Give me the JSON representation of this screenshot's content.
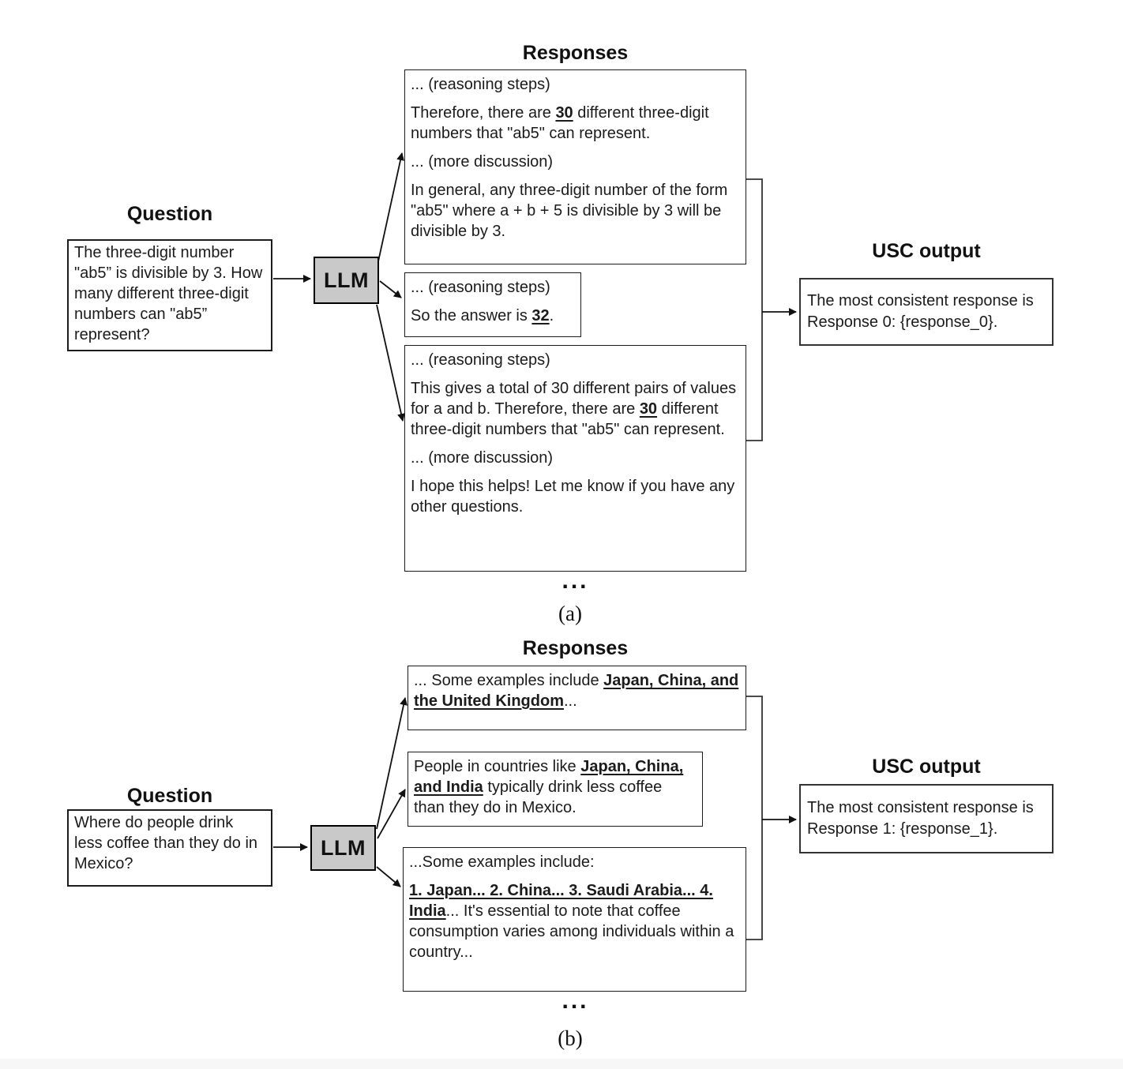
{
  "colors": {
    "box_border": "#1c1c1c",
    "llm_fill": "#c9c9c9",
    "text": "#1b1b1b",
    "bottom_strip": "#f7f7f7"
  },
  "panel_a": {
    "label": "(a)",
    "question_header": "Question",
    "question_text": "The three-digit number \"ab5” is divisible by 3. How many different three-digit numbers can \"ab5” represent?",
    "llm_label": "LLM",
    "responses_header": "Responses",
    "ellipsis": "...",
    "responses": [
      {
        "paragraphs": [
          [
            {
              "t": "... (reasoning steps)"
            }
          ],
          [
            {
              "t": "Therefore, there are "
            },
            {
              "t": "30",
              "b": 1,
              "u": 1
            },
            {
              "t": " different three-digit numbers that \"ab5\" can represent."
            }
          ],
          [
            {
              "t": "... (more discussion)"
            }
          ],
          [
            {
              "t": "In general, any three-digit number of the form \"ab5\" where a + b + 5 is divisible by 3 will be divisible by 3."
            }
          ]
        ]
      },
      {
        "paragraphs": [
          [
            {
              "t": "... (reasoning steps)"
            }
          ],
          [
            {
              "t": "So the answer is "
            },
            {
              "t": "32",
              "b": 1,
              "u": 1
            },
            {
              "t": "."
            }
          ]
        ]
      },
      {
        "paragraphs": [
          [
            {
              "t": "... (reasoning steps)"
            }
          ],
          [
            {
              "t": "This gives a total of 30 different pairs of values for a and b. Therefore, there are "
            },
            {
              "t": "30",
              "b": 1,
              "u": 1
            },
            {
              "t": " different three-digit numbers that \"ab5\" can represent."
            }
          ],
          [
            {
              "t": "... (more discussion)"
            }
          ],
          [
            {
              "t": "I hope this helps! Let me know if you have any other questions."
            }
          ]
        ]
      }
    ],
    "usc_header": "USC output",
    "usc_text": "The most consistent response is Response 0: {response_0}."
  },
  "panel_b": {
    "label": "(b)",
    "question_header": "Question",
    "question_text": "Where do people drink less coffee than they do in Mexico?",
    "llm_label": "LLM",
    "responses_header": "Responses",
    "ellipsis": "...",
    "responses": [
      {
        "paragraphs": [
          [
            {
              "t": "... Some examples include "
            },
            {
              "t": "Japan, China, and the United Kingdom",
              "b": 1,
              "u": 1
            },
            {
              "t": "..."
            }
          ]
        ]
      },
      {
        "paragraphs": [
          [
            {
              "t": "People in countries like "
            },
            {
              "t": "Japan, China, and India",
              "b": 1,
              "u": 1
            },
            {
              "t": " typically drink less coffee than they do in Mexico."
            }
          ]
        ]
      },
      {
        "paragraphs": [
          [
            {
              "t": "...Some examples include:"
            }
          ],
          [
            {
              "t": "1. Japan... 2. China... 3. Saudi Arabia... 4. India",
              "b": 1,
              "u": 1
            },
            {
              "t": "... It's essential to note that coffee consumption varies among individuals within a country..."
            }
          ]
        ]
      }
    ],
    "usc_header": "USC output",
    "usc_text": "The most consistent response is Response 1: {response_1}."
  }
}
